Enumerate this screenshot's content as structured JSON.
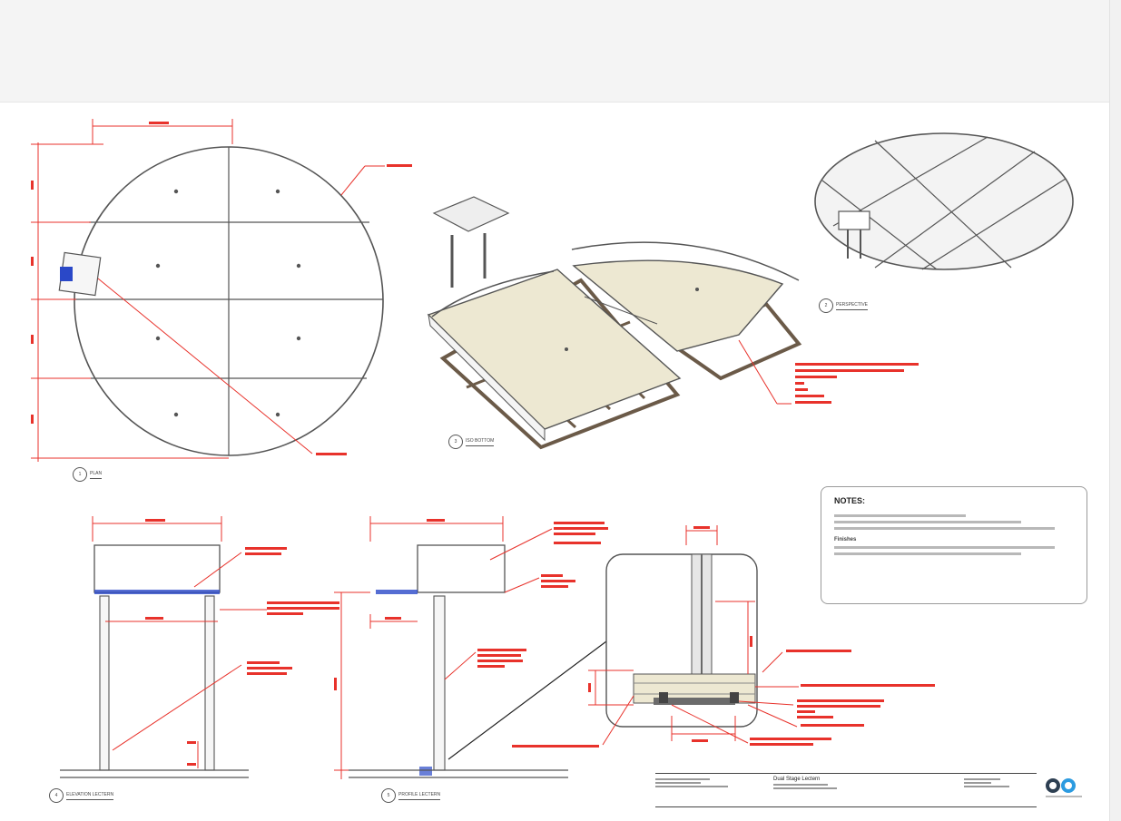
{
  "page": {
    "background": "#ffffff",
    "topbar_color": "#f4f4f4"
  },
  "colors": {
    "dimension": "#e8322b",
    "linework": "#505050",
    "fill_tan": "#ede8d2",
    "accent_blue": "#2a48c8"
  },
  "notes": {
    "title": "NOTES:",
    "subheading": "Finishes"
  },
  "views": [
    {
      "id": "view-plan",
      "number": "1",
      "label": "PLAN"
    },
    {
      "id": "view-iso-bottom",
      "number": "3",
      "label": "ISO BOTTOM"
    },
    {
      "id": "view-perspective",
      "number": "2",
      "label": "PERSPECTIVE"
    },
    {
      "id": "view-elevation",
      "number": "4",
      "label": "ELEVATION LECTERN"
    },
    {
      "id": "view-profile",
      "number": "5",
      "label": "PROFILE LECTERN"
    }
  ],
  "title_block": {
    "project": "Dual Stage Lectern"
  },
  "logo": {
    "icon": "logo-circles-icon",
    "primary": "#2d3f52",
    "secondary": "#2c9be0"
  }
}
